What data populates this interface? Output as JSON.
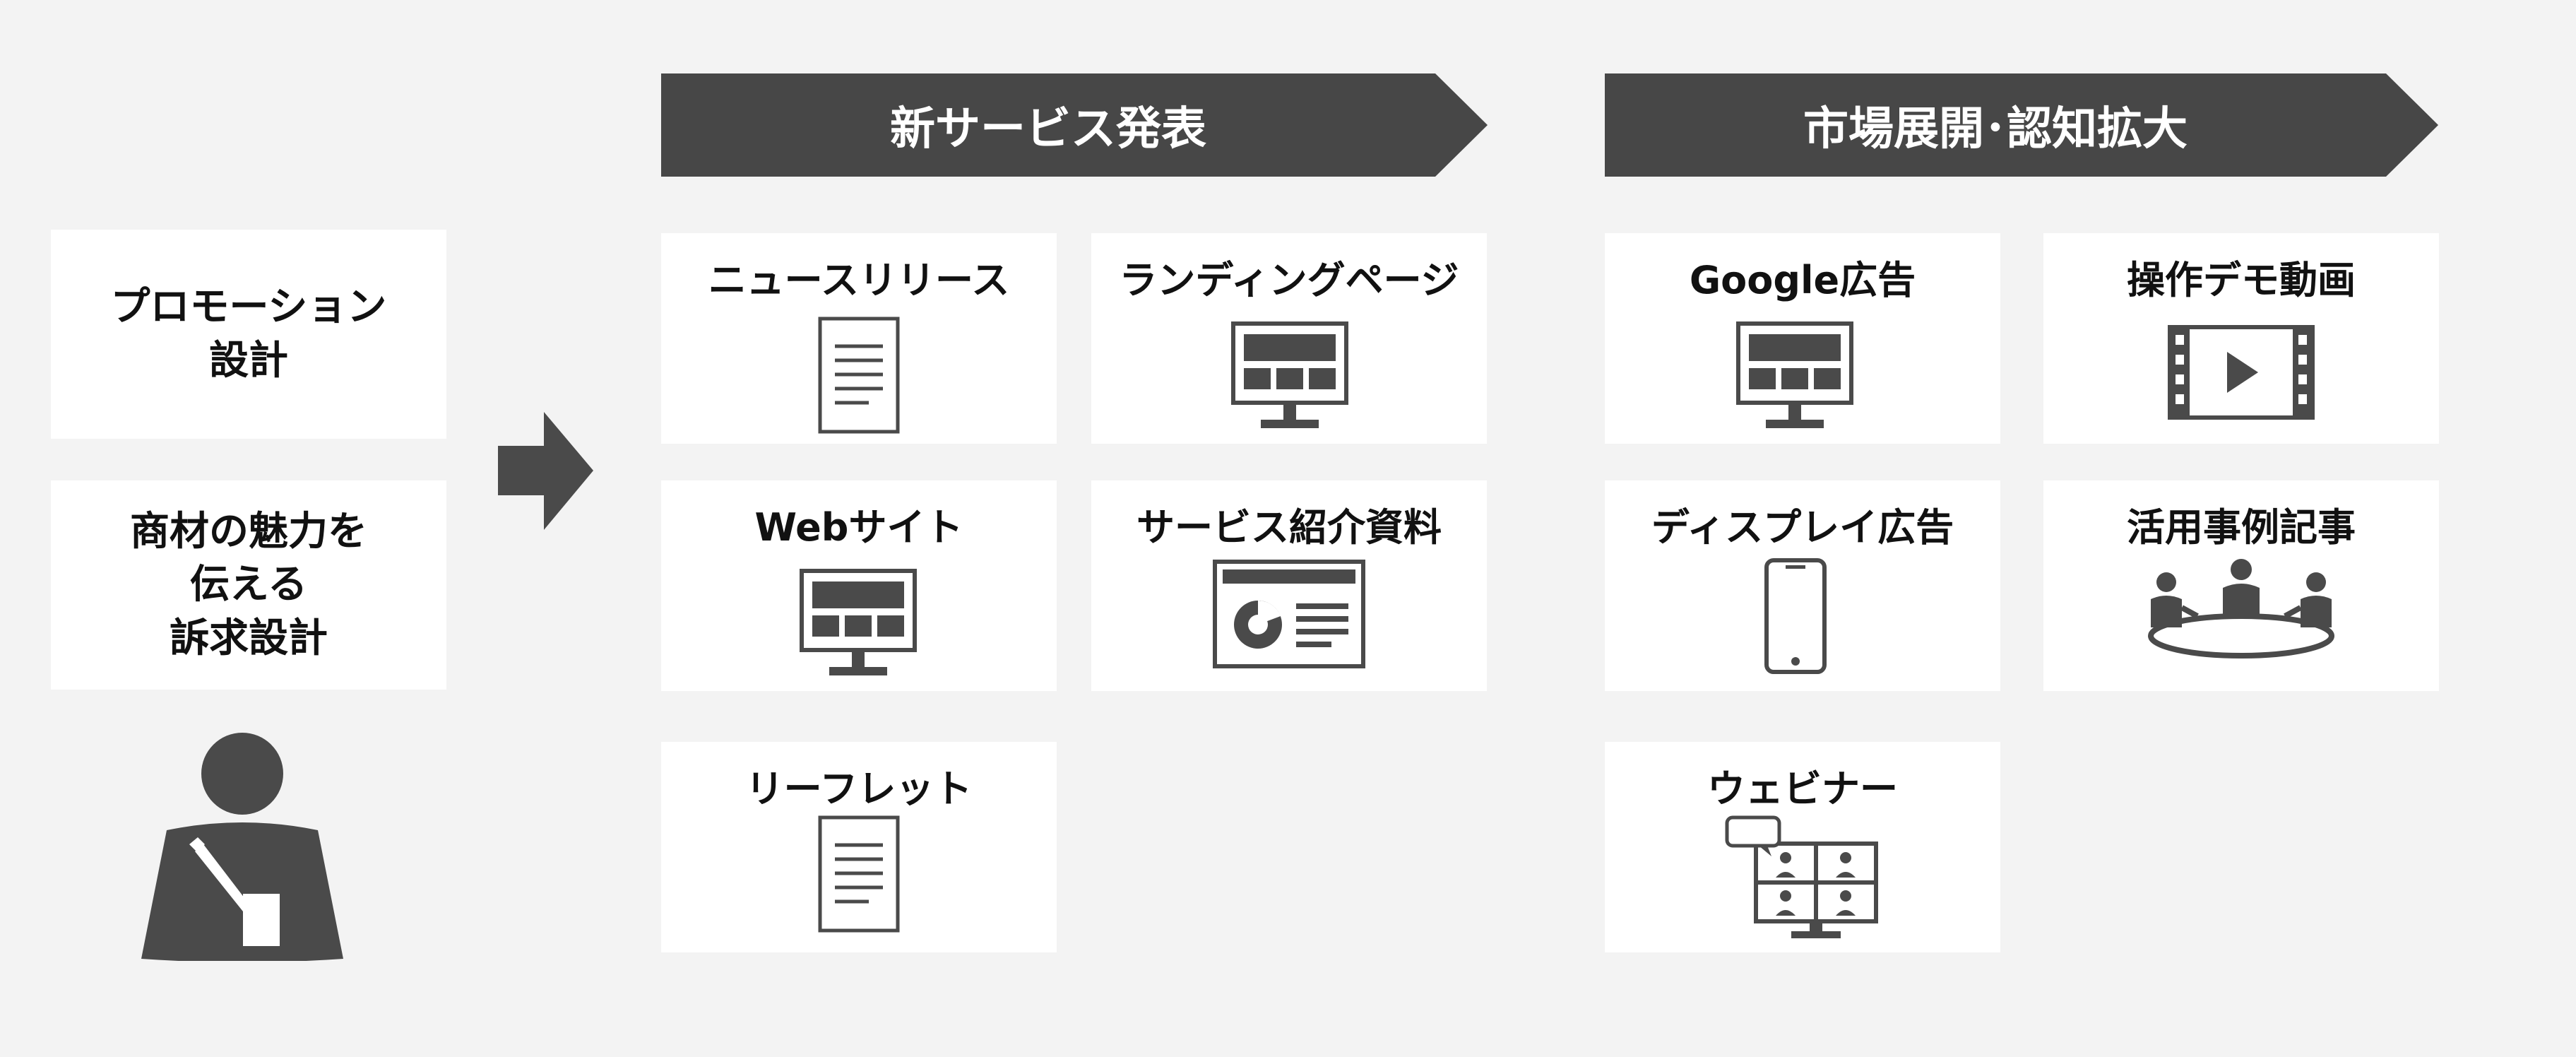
{
  "left_panel": {
    "card1_lines": [
      "プロモーション",
      "設計"
    ],
    "card2_lines": [
      "商材の魅力を",
      "伝える",
      "訴求設計"
    ],
    "person_icon": "person-writing-icon"
  },
  "flow_arrow_icon": "right-arrow-icon",
  "columns": [
    {
      "header": "新サービス発表",
      "tiles": [
        {
          "label": "ニュースリリース",
          "icon": "document-icon"
        },
        {
          "label": "ランディングページ",
          "icon": "monitor-icon"
        },
        {
          "label": "Webサイト",
          "icon": "monitor-icon"
        },
        {
          "label": "サービス紹介資料",
          "icon": "presentation-icon"
        },
        {
          "label": "リーフレット",
          "icon": "document-icon"
        }
      ]
    },
    {
      "header": "市場展開･認知拡大",
      "tiles": [
        {
          "label": "Google広告",
          "icon": "monitor-icon"
        },
        {
          "label": "操作デモ動画",
          "icon": "video-film-icon"
        },
        {
          "label": "ディスプレイ広告",
          "icon": "smartphone-icon"
        },
        {
          "label": "活用事例記事",
          "icon": "meeting-icon"
        },
        {
          "label": "ウェビナー",
          "icon": "webinar-icon"
        }
      ]
    }
  ],
  "colors": {
    "background": "#f3f3f3",
    "banner": "#474747",
    "icon": "#4a4a4a",
    "card": "#ffffff"
  }
}
